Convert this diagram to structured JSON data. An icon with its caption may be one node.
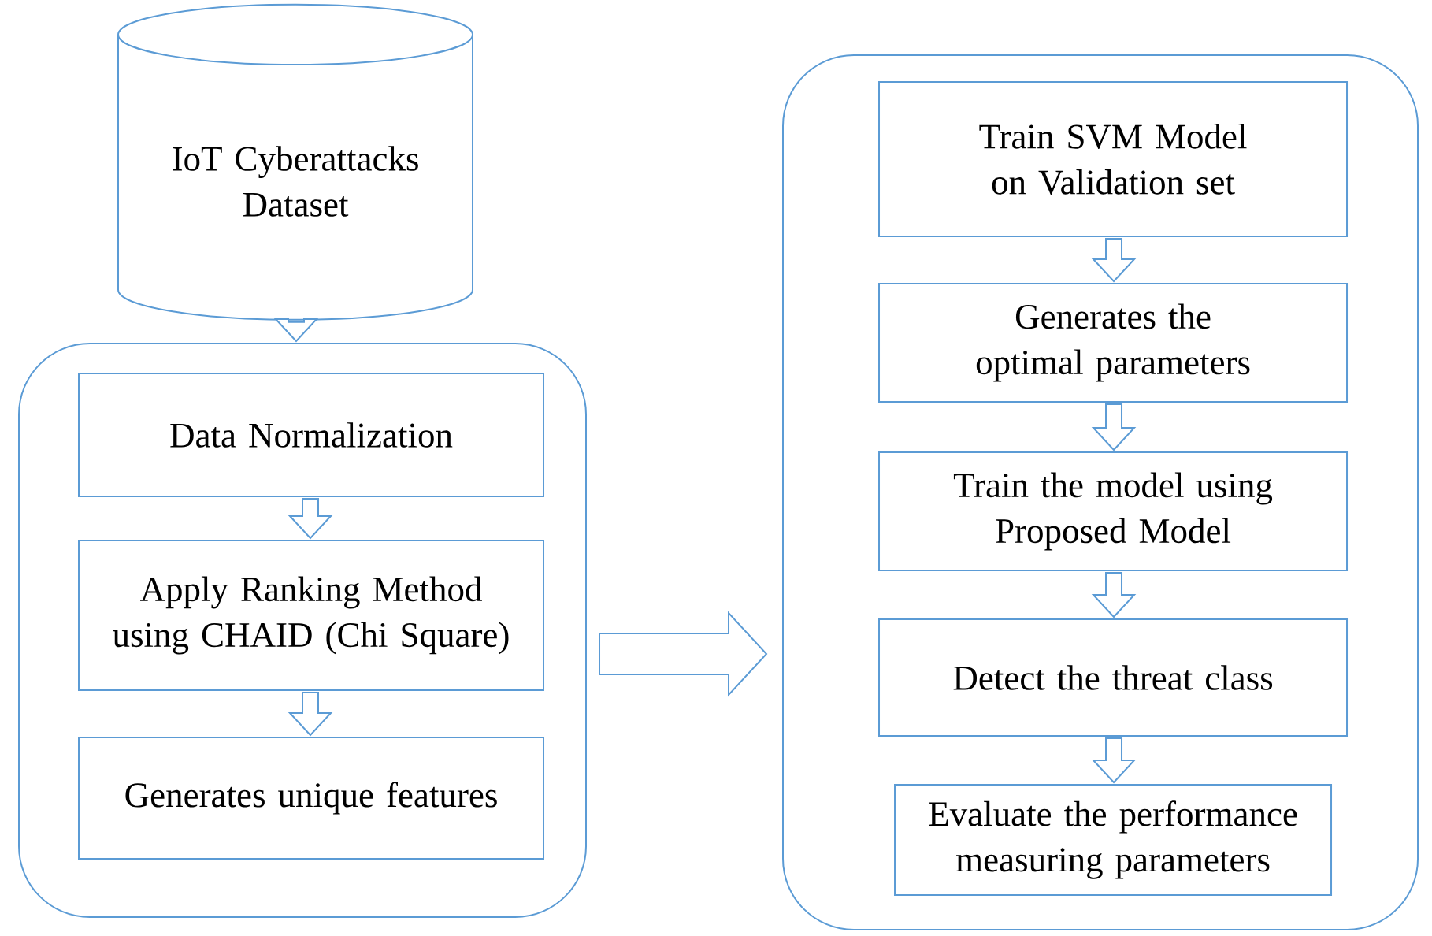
{
  "diagram": {
    "nodes": [
      {
        "text": [
          "IoT Cyberattacks Dataset"
        ]
      },
      {
        "text": [],
        "shape": "box"
      },
      {
        "text": [
          "Data Normalization"
        ],
        "in": 1
      },
      {
        "text": [
          "Apply Ranking Method using CHAID (Chi Square)"
        ],
        "in": 1
      },
      {
        "text": [
          "Generates unique features"
        ],
        "in": 1
      },
      {
        "text": [],
        "shape": "box"
      },
      {
        "text": [
          "Train  SVM Model on Validation set"
        ],
        "in": 5
      },
      {
        "text": [
          "Generates the optimal parameters"
        ],
        "in": 5
      },
      {
        "text": [
          "Train the model using Proposed Model"
        ],
        "in": 5
      },
      {
        "text": [
          "Detect the threat class"
        ],
        "in": 5
      },
      {
        "text": [
          "Evaluate the performance measuring parameters"
        ],
        "in": 5
      }
    ],
    "edges": [
      {
        "from": 0,
        "to": 1,
        "arrow": "to"
      },
      {
        "from": 2,
        "to": 3,
        "arrow": "to"
      },
      {
        "from": 3,
        "to": 4,
        "arrow": "to"
      },
      {
        "from": 1,
        "to": 5,
        "arrow": "to"
      },
      {
        "from": 6,
        "to": 7,
        "arrow": "to"
      },
      {
        "from": 7,
        "to": 8,
        "arrow": "to"
      },
      {
        "from": 8,
        "to": 9,
        "arrow": "to"
      },
      {
        "from": 9,
        "to": 10,
        "arrow": "to"
      }
    ]
  }
}
